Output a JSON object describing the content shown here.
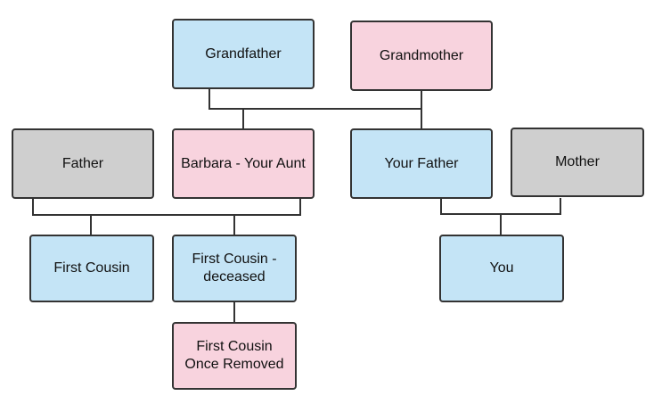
{
  "diagram": {
    "title": "Family tree",
    "colors": {
      "blood_relative": "#c4e4f6",
      "aunt_and_descendants": "#f8d3de",
      "in_law": "#cfcfcf",
      "border": "#333333",
      "connector": "#333333"
    },
    "nodes": {
      "grandfather": "Grandfather",
      "grandmother": "Grandmother",
      "uncle_father": "Father",
      "aunt": "Barbara - Your Aunt",
      "your_father": "Your Father",
      "mother": "Mother",
      "first_cousin": "First Cousin",
      "first_cousin_deceased": "First Cousin - deceased",
      "you": "You",
      "first_cousin_once_removed": "First Cousin Once Removed"
    }
  }
}
